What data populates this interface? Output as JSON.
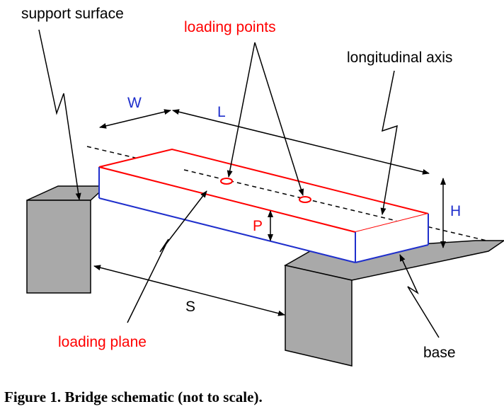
{
  "labels": {
    "support_surface": "support surface",
    "loading_points": "loading points",
    "longitudinal_axis": "longitudinal axis",
    "w": "W",
    "l": "L",
    "h": "H",
    "p": "P",
    "s": "S",
    "loading_plane": "loading plane",
    "base": "base"
  },
  "caption": "Figure 1. Bridge schematic (not to scale).",
  "colors": {
    "red": "#ff0000",
    "blue": "#1f2fcc",
    "support_fill": "#a9a9a9",
    "black": "#000000"
  }
}
